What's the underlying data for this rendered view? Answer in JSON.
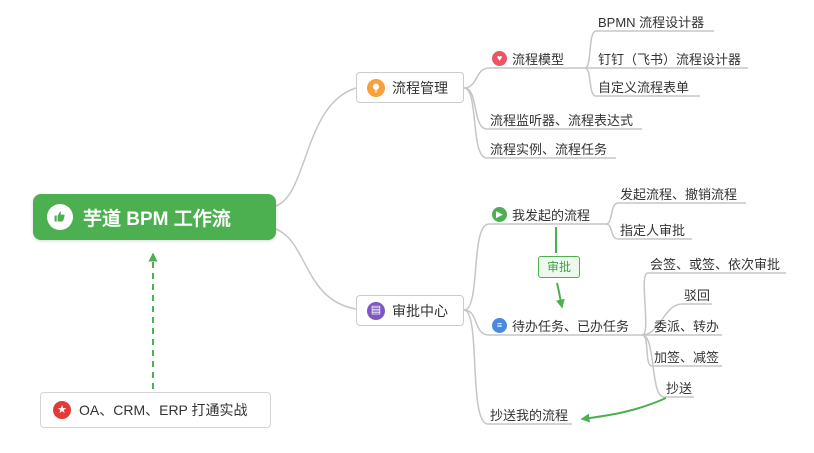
{
  "colors": {
    "root_bg": "#4caf50",
    "accent_green": "#4caf50",
    "line_gray": "#c6c6c6",
    "icon_orange": "#f9a03a",
    "icon_purple": "#7e57c2",
    "icon_red": "#ed5565",
    "icon_blue": "#4a89dc",
    "icon_star_red": "#e53935",
    "text": "#333333"
  },
  "icons": {
    "root": "thumbs-up",
    "practice": "star",
    "process_management": "lightbulb",
    "approval_center": "clipboard",
    "process_model": "heart",
    "my_initiated": "play",
    "todo_tasks": "list",
    "star_glyph": "★",
    "heart_glyph": "♥",
    "play_glyph": "▶",
    "list_glyph": "≡",
    "clipboard_glyph": "▤"
  },
  "mindmap": {
    "root": {
      "label": "芋道 BPM 工作流"
    },
    "practice_note": {
      "label": "OA、CRM、ERP 打通实战"
    },
    "process_management": {
      "label": "流程管理",
      "process_model": {
        "label": "流程模型",
        "children": [
          "BPMN 流程设计器",
          "钉钉（飞书）流程设计器",
          "自定义流程表单"
        ]
      },
      "listeners": {
        "label": "流程监听器、流程表达式"
      },
      "instances": {
        "label": "流程实例、流程任务"
      }
    },
    "approval_center": {
      "label": "审批中心",
      "my_initiated": {
        "label": "我发起的流程",
        "children": [
          "发起流程、撤销流程",
          "指定人审批"
        ]
      },
      "todo_tasks": {
        "label": "待办任务、已办任务",
        "children": [
          "会签、或签、依次审批",
          "驳回",
          "委派、转办",
          "加签、减签",
          "抄送"
        ]
      },
      "cc_flows": {
        "label": "抄送我的流程"
      }
    },
    "approval_badge": {
      "label": "审批"
    }
  }
}
